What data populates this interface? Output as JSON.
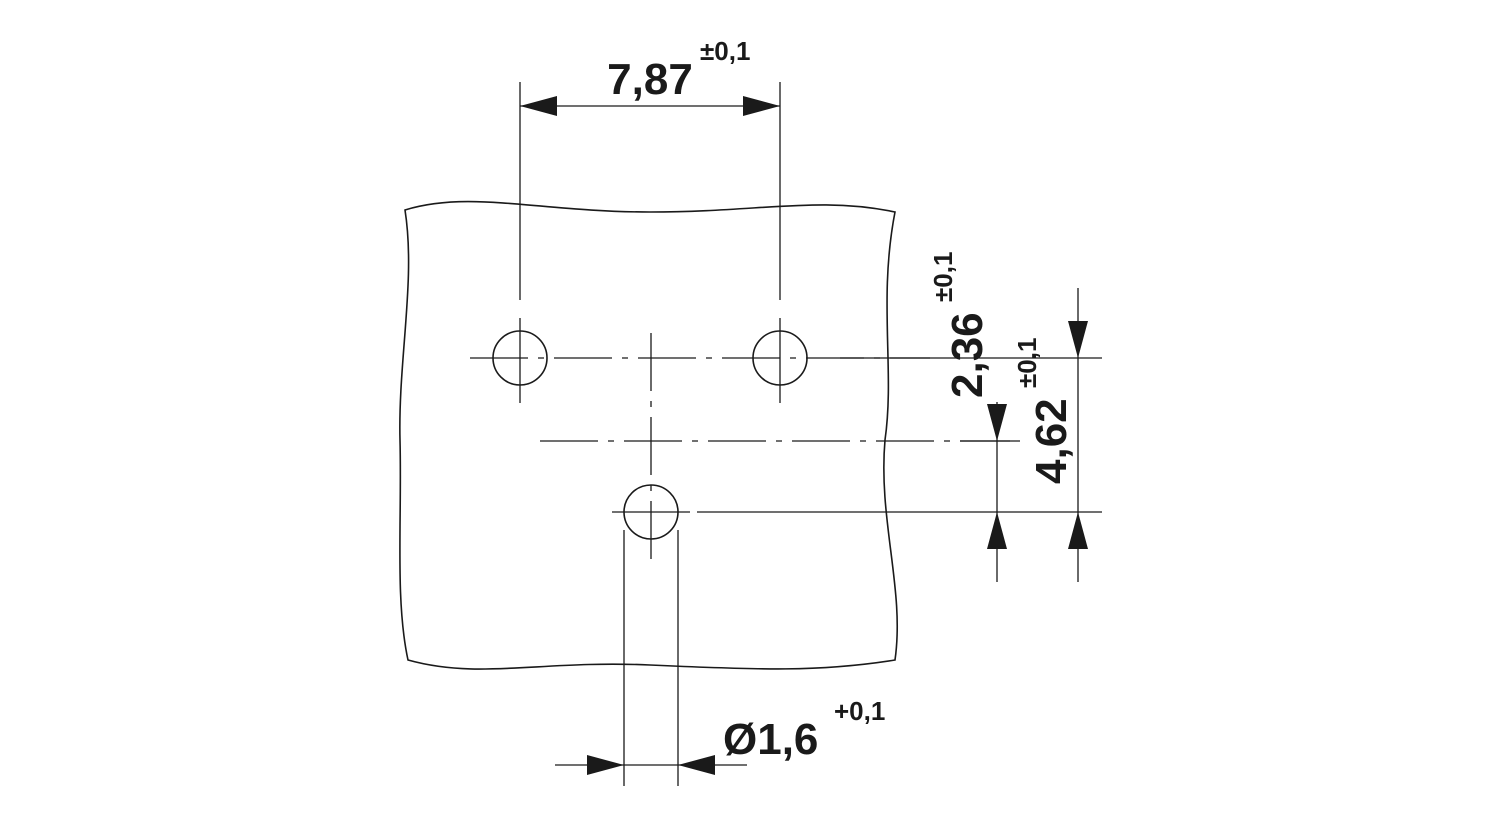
{
  "dimensions": {
    "hole_pitch": {
      "value": "7,87",
      "tolerance": "±0,1"
    },
    "row_offset": {
      "value": "2,36",
      "tolerance": "±0,1"
    },
    "total_offset": {
      "value": "4,62",
      "tolerance": "±0,1"
    },
    "hole_diameter": {
      "value": "Ø1,6",
      "tolerance": "+0,1"
    }
  },
  "colors": {
    "ink": "#1a1a1a",
    "background": "#ffffff"
  }
}
